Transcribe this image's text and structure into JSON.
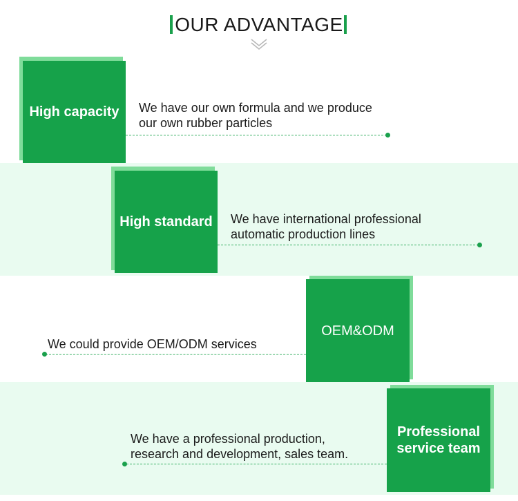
{
  "title": "OUR ADVANTAGE",
  "colors": {
    "accent": "#16a24a",
    "accent_light": "#7fdc9a",
    "band": "#e9fbf0"
  },
  "icons": [
    "chevron-down-icon"
  ],
  "items": [
    {
      "heading": "High capacity",
      "description_line1": "We have our own formula and we produce",
      "description_line2": "our own rubber particles"
    },
    {
      "heading": "High standard",
      "description_line1": "We have international professional",
      "description_line2": "automatic production lines"
    },
    {
      "heading": "OEM&ODM",
      "description_line1": "We could provide OEM/ODM services"
    },
    {
      "heading_line1": "Professional",
      "heading_line2": "service team",
      "description_line1": "We have a professional production,",
      "description_line2": "research and development, sales team."
    }
  ]
}
